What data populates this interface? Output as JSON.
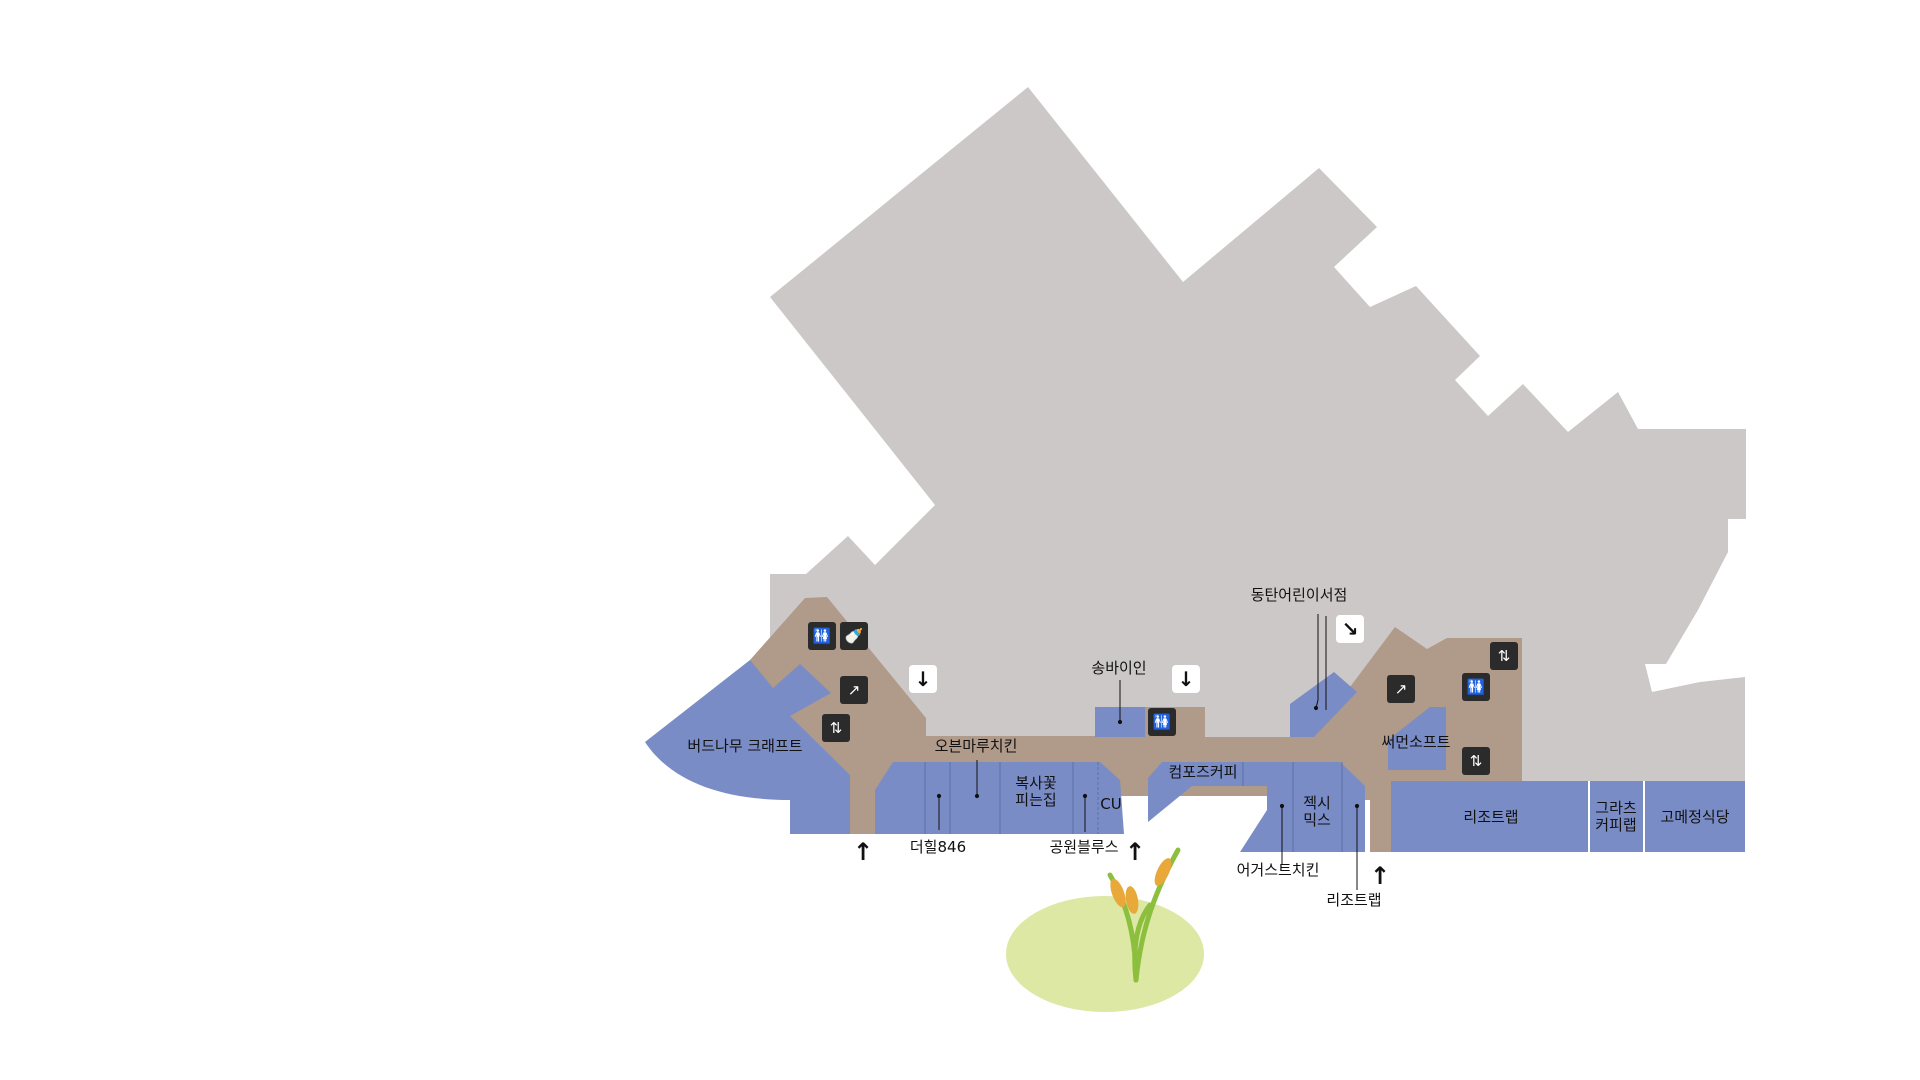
{
  "stores": {
    "budnamu": "버드나무 크래프트",
    "oven": "오븐마루치킨",
    "bogsa": "복사꽃\n피는집",
    "cu": "CU",
    "songbain": "송바이인",
    "dongtan": "동탄어린이서점",
    "composz": "컴포즈커피",
    "jaxi": "젝시\n믹스",
    "summen": "써먼소프트",
    "resort_main": "리조트랩",
    "grats": "그라츠\n커피랩",
    "gourmet": "고메정식당",
    "dehill": "더힐846",
    "gongwon": "공원블루스",
    "august": "어거스트치킨",
    "resort_bottom": "리조트랩"
  },
  "icons": {
    "restroom": "restroom-icon",
    "nursing": "nursing-room-icon",
    "escalator": "escalator-icon",
    "elevator": "elevator-icon"
  },
  "colors": {
    "store": "#7a8cc6",
    "corridor": "#b09a8a",
    "building": "#cdc8c8",
    "landscape": "#dde8a4"
  }
}
